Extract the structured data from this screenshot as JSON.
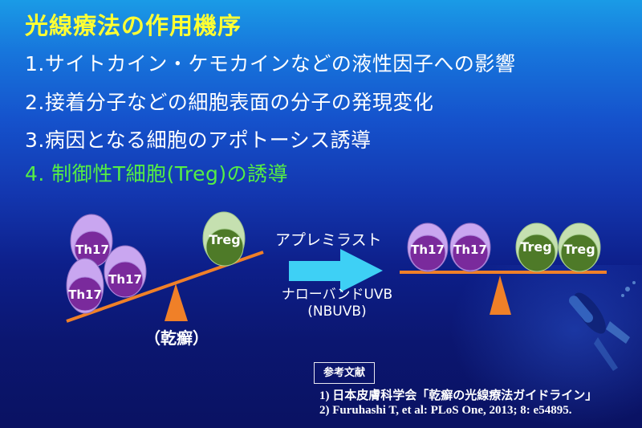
{
  "slide": {
    "title": "光線療法の作用機序",
    "items": [
      {
        "label": "1.サイトカイン・ケモカインなどの液性因子への影響",
        "color": "#ffffff"
      },
      {
        "label": "2.接着分子などの細胞表面の分子の発現変化",
        "color": "#ffffff"
      },
      {
        "label": "3.病因となる細胞のアポトーシス誘導",
        "color": "#ffffff"
      },
      {
        "label": "4. 制御性T細胞(Treg)の誘導",
        "color": "#55ee44"
      }
    ],
    "title_color": "#ffff33"
  },
  "diagram": {
    "left_balance": {
      "cells": [
        "Th17",
        "Th17",
        "Th17",
        "Treg"
      ],
      "label": "（乾癬）"
    },
    "arrow": {
      "top_label": "アプレミラスト",
      "bottom_label_line1": "ナローバンドUVB",
      "bottom_label_line2": "(NBUVB)",
      "color": "#3ed0f5"
    },
    "right_balance": {
      "cells": [
        "Th17",
        "Th17",
        "Treg",
        "Treg"
      ]
    },
    "colors": {
      "th17_outer": "#c9a6f0",
      "th17_inner": "#7a2a9c",
      "treg_outer": "#c5e0b0",
      "treg_inner": "#4e7a28",
      "lever": "#f08028",
      "fulcrum": "#f08028"
    }
  },
  "references": {
    "heading": "参考文献",
    "items": [
      "1)  日本皮膚科学会「乾癬の光線療法ガイドライン」",
      "2)  Furuhashi T, et al: PLoS One, 2013; 8: e54895."
    ]
  }
}
